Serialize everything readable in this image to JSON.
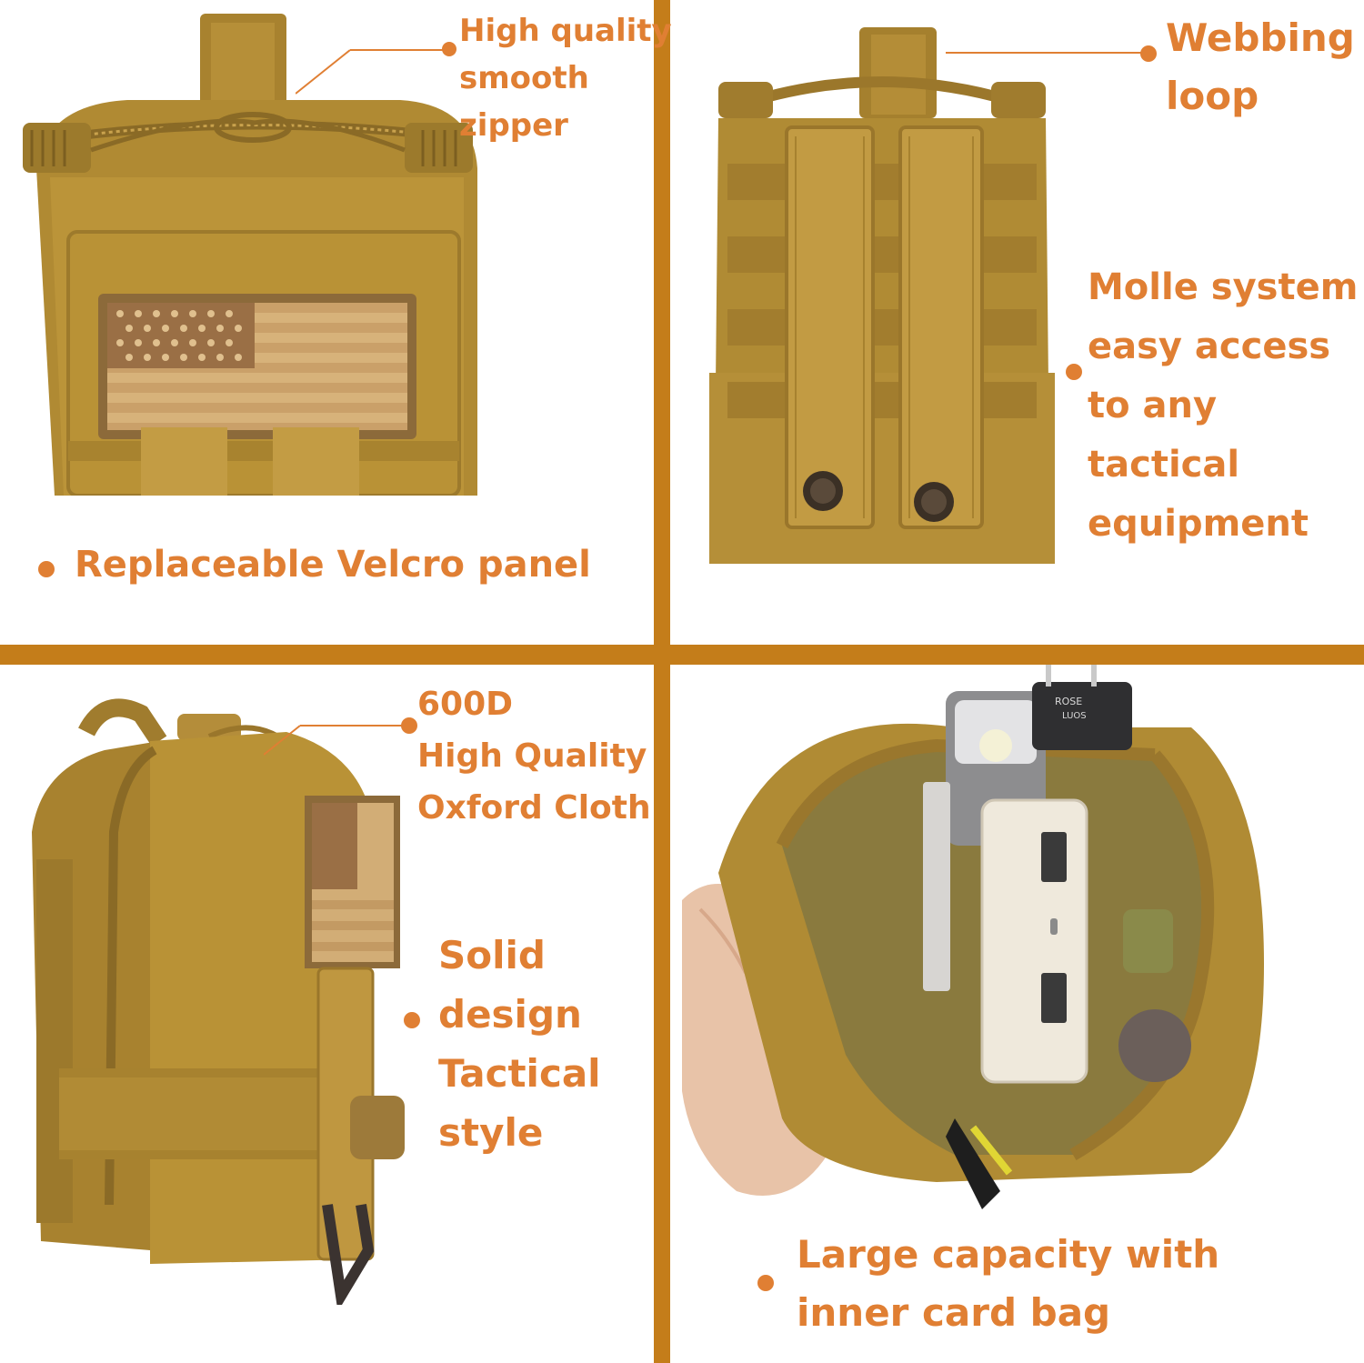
{
  "colors": {
    "accent_text": "#e07f33",
    "divider": "#c47d1a",
    "fabric": "#b98f33",
    "background": "#ffffff"
  },
  "panels": {
    "top_left": {
      "callout_zipper": [
        "High quality",
        "smooth",
        "zipper"
      ],
      "caption": "Replaceable Velcro panel"
    },
    "top_right": {
      "callout_loop": [
        "Webbing",
        "loop"
      ],
      "callout_molle": [
        "Molle system",
        "easy access",
        "to any",
        "tactical",
        "equipment"
      ]
    },
    "bottom_left": {
      "callout_cloth": [
        "600D",
        "High Quality",
        "Oxford Cloth"
      ],
      "callout_design": [
        "Solid",
        "design",
        "Tactical",
        "style"
      ]
    },
    "bottom_right": {
      "caption": [
        "Large capacity with",
        "inner card bag"
      ],
      "plug_text": [
        "ROSE",
        "LUOS"
      ]
    }
  }
}
